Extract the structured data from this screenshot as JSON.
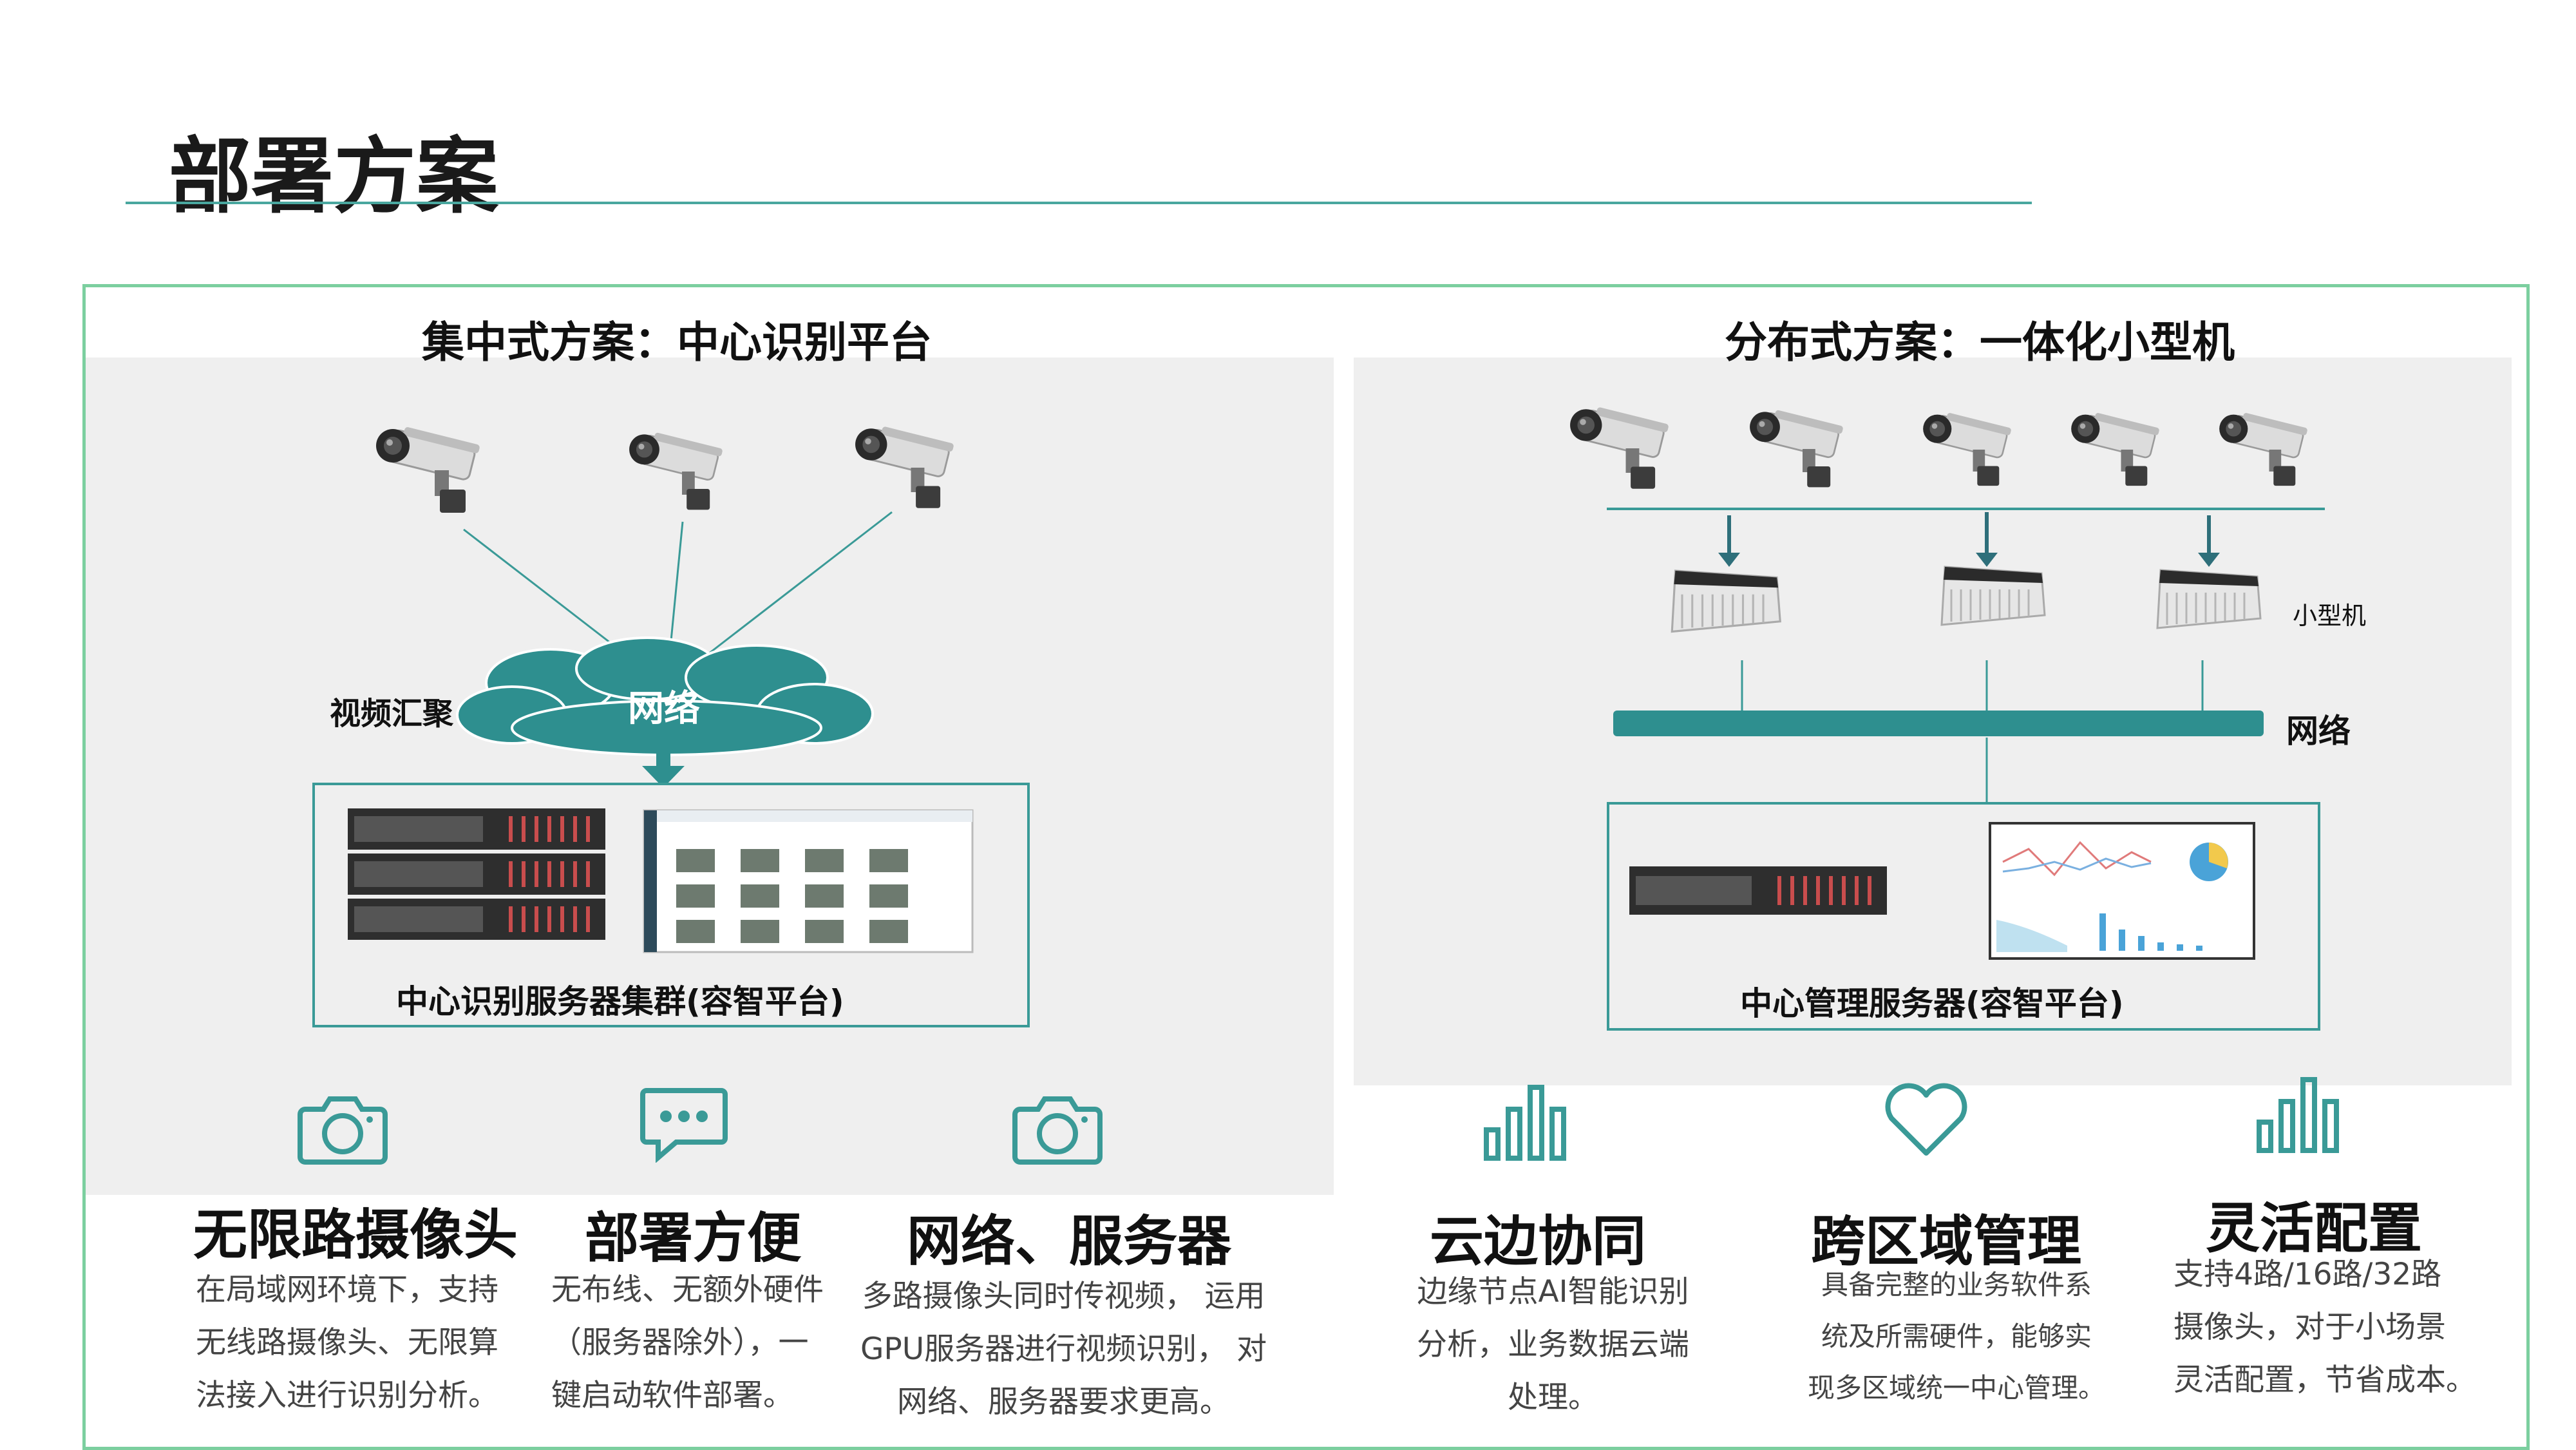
{
  "page": {
    "title": "部署方案"
  },
  "centralized": {
    "title": "集中式方案：中心识别平台",
    "video_label": "视频汇聚",
    "network_label": "网络",
    "server_label": "中心识别服务器集群(容智平台)"
  },
  "distributed": {
    "title": "分布式方案：一体化小型机",
    "mini_label": "小型机",
    "network_label": "网络",
    "server_label": "中心管理服务器(容智平台)"
  },
  "features": [
    {
      "title": "无限路摄像头",
      "icon": "camera-icon",
      "lines": [
        "在局域网环境下，支持",
        "无线路摄像头、无限算",
        "法接入进行识别分析。"
      ]
    },
    {
      "title": "部署方便",
      "icon": "chat-icon",
      "lines": [
        "无布线、无额外硬件",
        "（服务器除外），一",
        "键启动软件部署。"
      ]
    },
    {
      "title": "网络、服务器",
      "icon": "camera-icon",
      "lines": [
        "多路摄像头同时传视频， 运用",
        "GPU服务器进行视频识别， 对",
        "网络、服务器要求更高。"
      ]
    },
    {
      "title": "云边协同",
      "icon": "bar-chart-icon",
      "lines": [
        "边缘节点AI智能识别",
        "分析，业务数据云端",
        "处理。"
      ]
    },
    {
      "title": "跨区域管理",
      "icon": "heart-icon",
      "lines": [
        "具备完整的业务软件系",
        "统及所需硬件，能够实",
        "现多区域统一中心管理。"
      ]
    },
    {
      "title": "灵活配置",
      "icon": "bar-chart-icon",
      "lines": [
        "支持4路/16路/32路",
        "摄像头，对于小场景",
        "灵活配置，节省成本。"
      ]
    }
  ],
  "colors": {
    "accent": "#3a9a97",
    "title_rule": "#4aa79f",
    "frame": "#7ccf9f",
    "panel": "#efefef"
  }
}
